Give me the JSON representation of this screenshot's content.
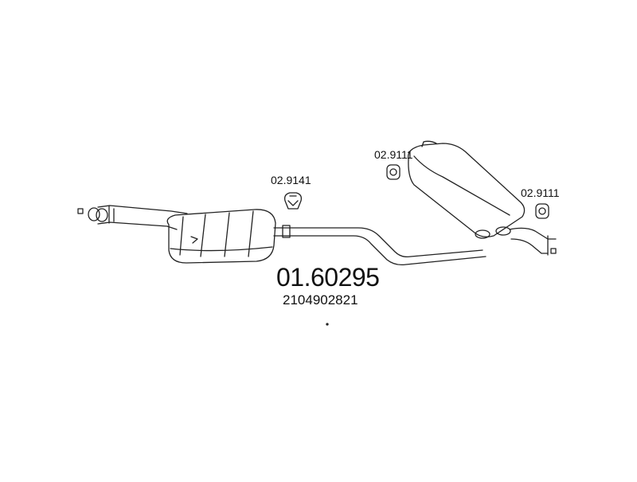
{
  "diagram": {
    "part_number": "01.60295",
    "oem_number": "2104902821",
    "labels": {
      "clamp": "02.9141",
      "hanger_front": "02.9111",
      "hanger_rear": "02.9111"
    }
  },
  "colors": {
    "stroke": "#222222",
    "background": "#ffffff"
  }
}
